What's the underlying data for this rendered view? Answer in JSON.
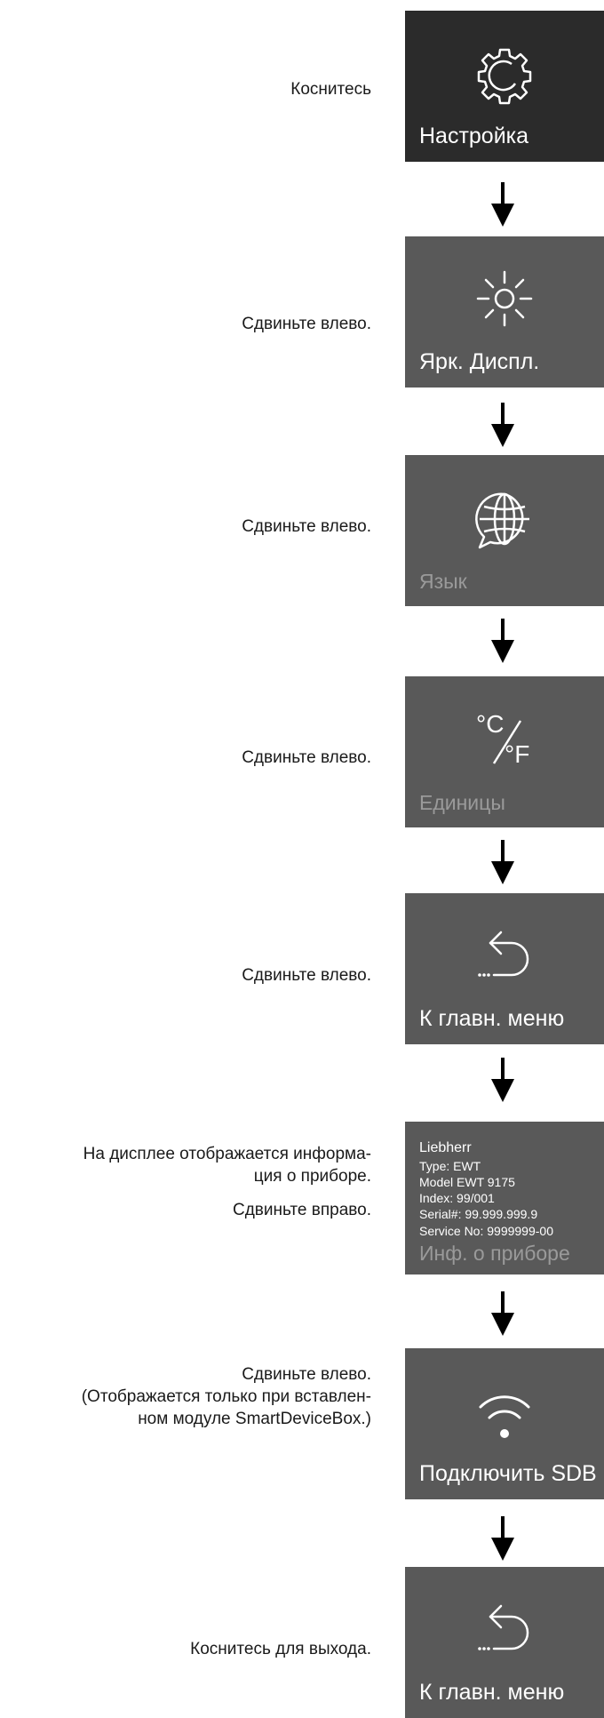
{
  "steps": [
    {
      "instruction": [
        "Коснитесь"
      ],
      "panel_label": "Настройка",
      "icon": "gear-icon"
    },
    {
      "instruction": [
        "Сдвиньте влево."
      ],
      "panel_label": "Ярк. Диспл.",
      "icon": "sun-icon"
    },
    {
      "instruction": [
        "Сдвиньте влево."
      ],
      "panel_label": "Язык",
      "icon": "globe-chat-icon"
    },
    {
      "instruction": [
        "Сдвиньте влево."
      ],
      "panel_label": "Единицы",
      "icon": "celsius-fahrenheit-icon"
    },
    {
      "instruction": [
        "Сдвиньте влево."
      ],
      "panel_label": "К главн. меню",
      "icon": "back-arrow-icon"
    },
    {
      "instruction": [
        "На дисплее отображается информа-",
        "ция о приборе.",
        "Сдвиньте вправо."
      ],
      "panel_label": "Инф. о приборе",
      "device_info": [
        "Liebherr",
        "Type: EWT",
        "Model EWT 9175",
        "Index: 99/001",
        "Serial#: 99.999.999.9",
        "Service No: 9999999-00"
      ]
    },
    {
      "instruction": [
        "Сдвиньте влево.",
        "(Отображается только при вставлен-",
        "ном модуле SmartDeviceBox.)"
      ],
      "panel_label": "Подключить SDB",
      "icon": "wifi-icon"
    },
    {
      "instruction": [
        "Коснитесь для выхода."
      ],
      "panel_label": "К главн. меню",
      "icon": "back-arrow-icon"
    }
  ],
  "icon_glyphs": {
    "celsius": "°C",
    "fahrenheit": "°F"
  }
}
